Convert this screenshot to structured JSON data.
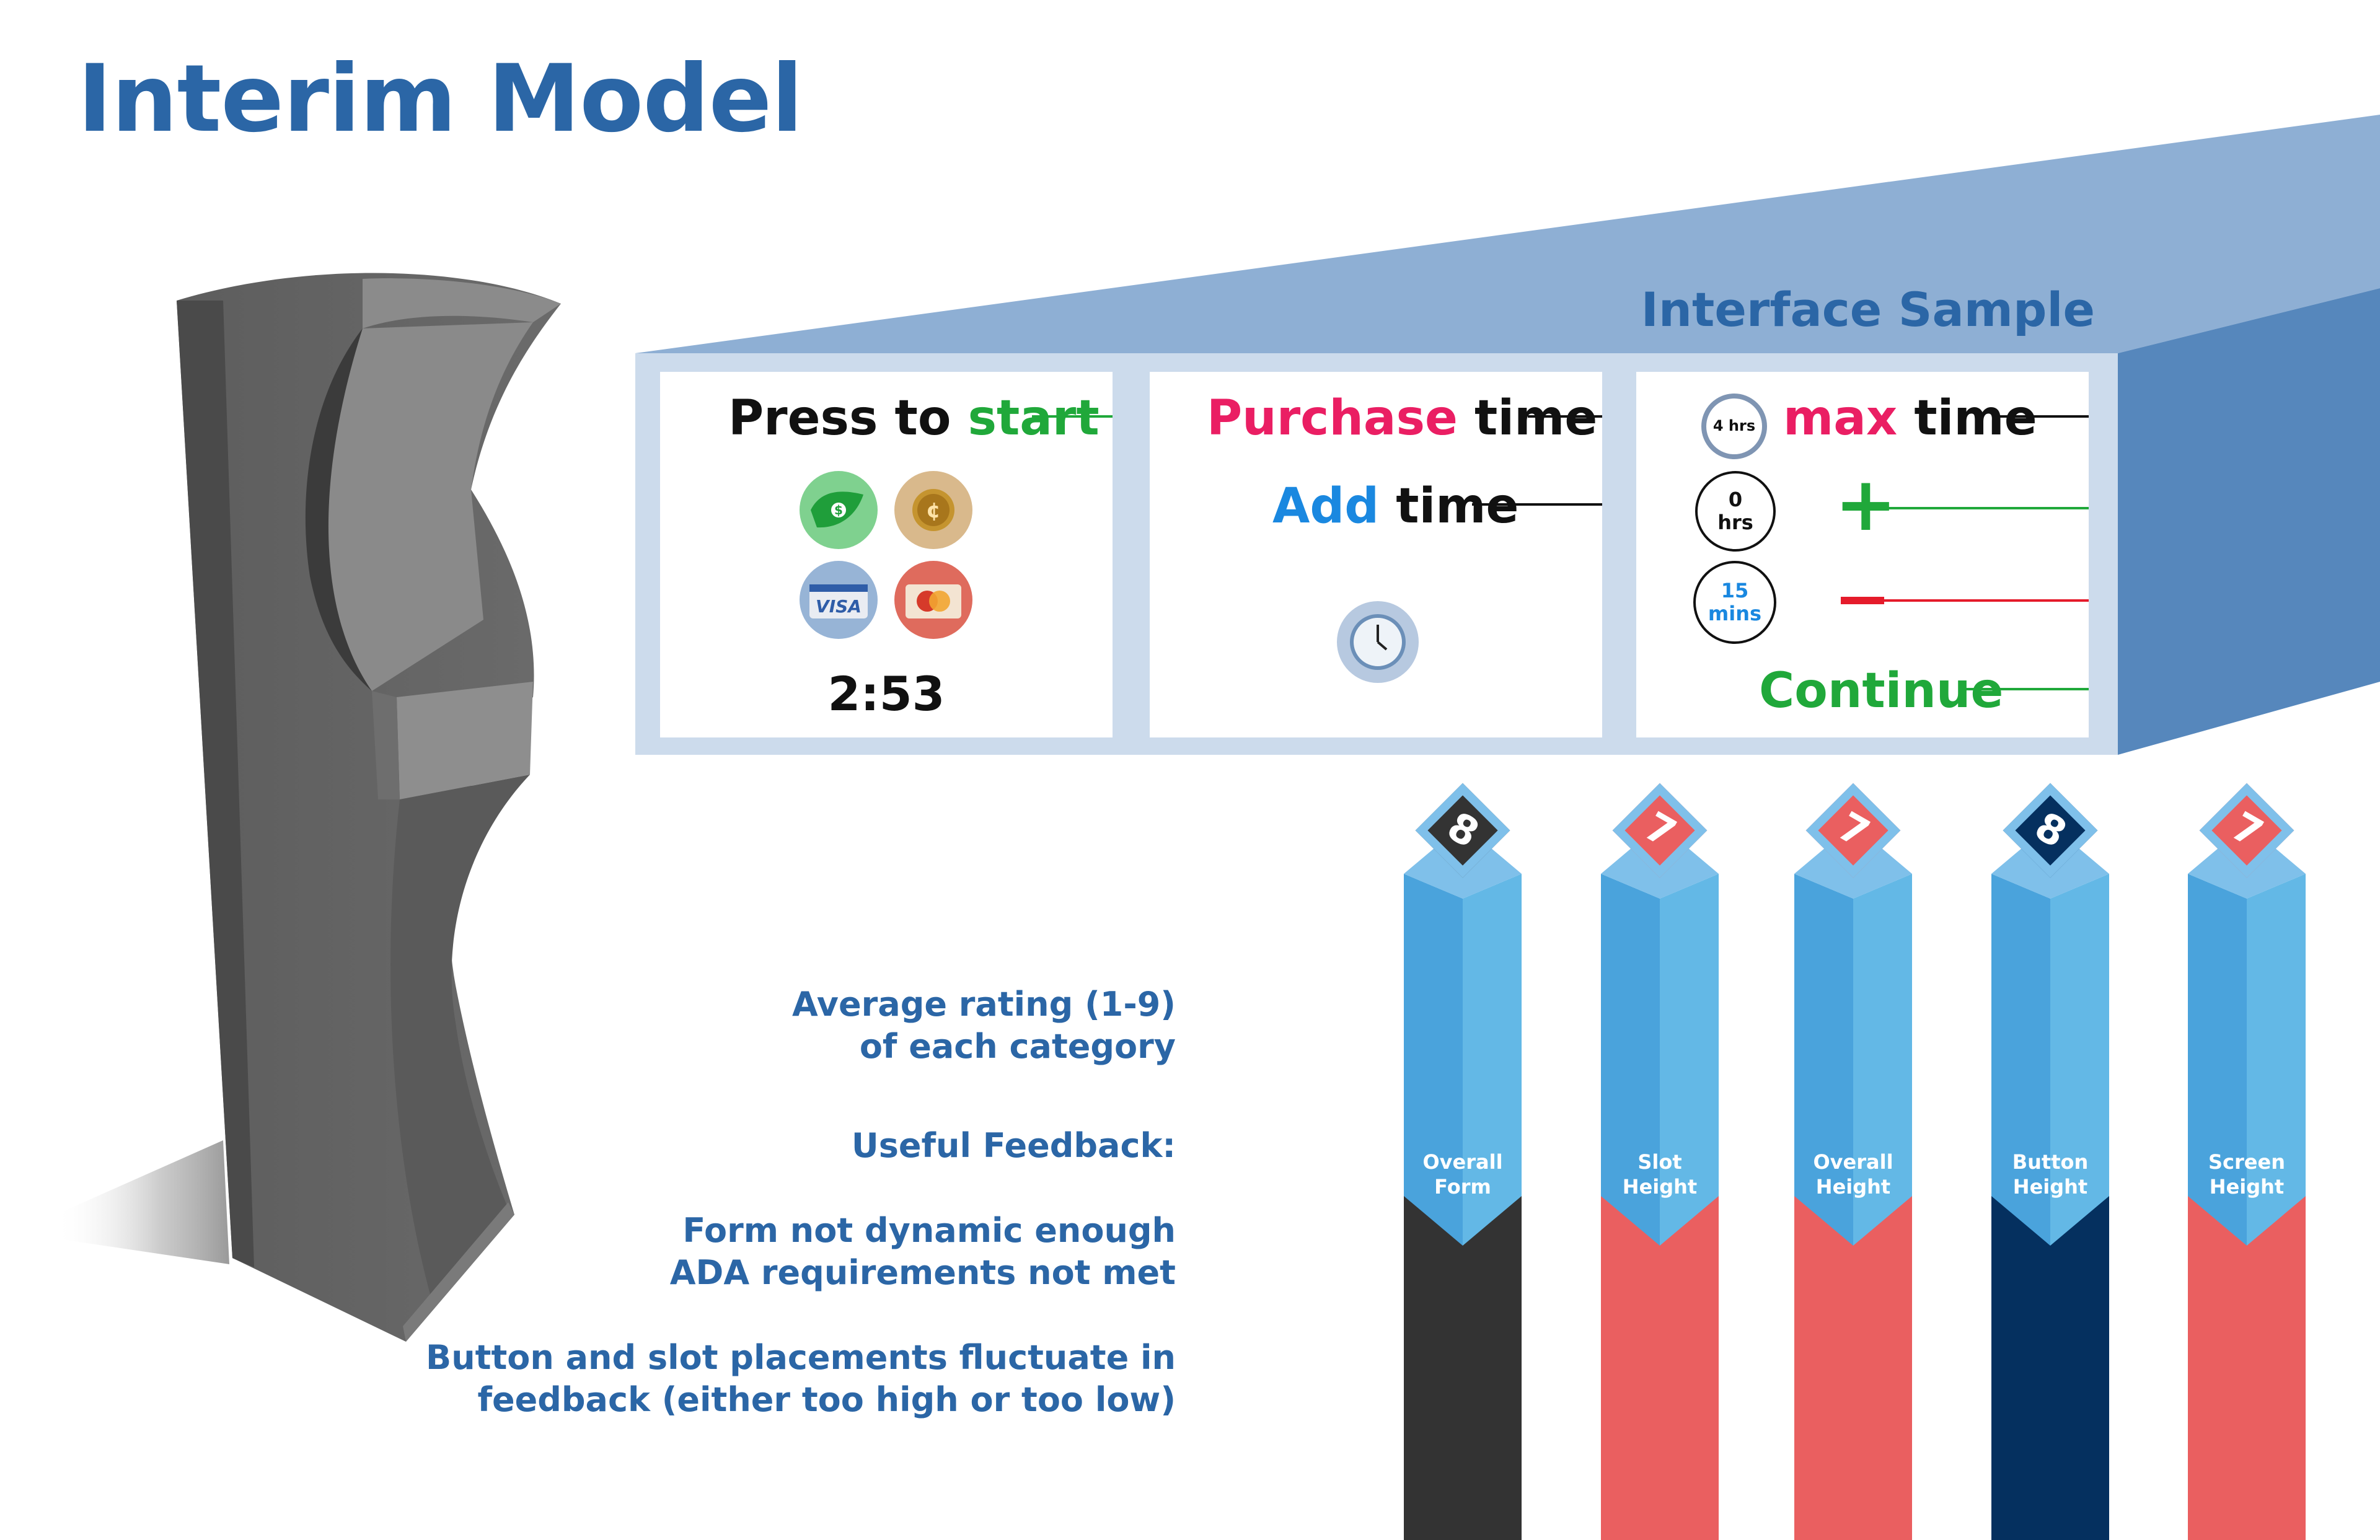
{
  "title": "Interim Model",
  "interface_sample": {
    "label": "Interface Sample",
    "panel1": {
      "press": "Press to ",
      "start": "start",
      "timer": "2:53"
    },
    "panel2": {
      "purchase": "Purchase",
      "time": " time",
      "add": "Add",
      "add_time": " time"
    },
    "panel3": {
      "max_badge": "4 hrs",
      "max": "max",
      "max_time": " time",
      "hours_value": "0",
      "hours_unit": "hrs",
      "mins_value": "15",
      "mins_unit": "mins",
      "plus": "+",
      "continue": "Continue"
    }
  },
  "legend": {
    "line1": "Average rating (1-9)",
    "line2": "of each category",
    "feedback_heading": "Useful Feedback:",
    "fb1": "Form not dynamic enough",
    "fb2": "ADA requirements not met",
    "fb3a": "Button and slot placements fluctuate in",
    "fb3b": "feedback (either too high or too low)"
  },
  "colors": {
    "title_blue": "#2b66a6",
    "green": "#20a83a",
    "pink": "#ea1e63",
    "add_blue": "#1a88e0",
    "column_blue": "#4aa3dc",
    "column_light": "#63b8e6",
    "dark": "#333333",
    "coral": "#ea5f60",
    "navy": "#05305f"
  },
  "icons": [
    "cash-icon",
    "coin-icon",
    "visa-card-icon",
    "mastercard-icon",
    "clock-icon"
  ],
  "chart_data": {
    "type": "bar",
    "categories": [
      "Overall Form",
      "Slot Height",
      "Overall Height",
      "Button Height",
      "Screen Height"
    ],
    "category_lines": [
      [
        "Overall",
        "Form"
      ],
      [
        "Slot",
        "Height"
      ],
      [
        "Overall",
        "Height"
      ],
      [
        "Button",
        "Height"
      ],
      [
        "Screen",
        "Height"
      ]
    ],
    "values": [
      8,
      7,
      7,
      8,
      7
    ],
    "value_labels": [
      "8",
      "7",
      "7",
      "8",
      "7"
    ],
    "ylim": [
      1,
      9
    ],
    "base_colors": [
      "#333333",
      "#ea5f60",
      "#ea5f60",
      "#05305f",
      "#ea5f60"
    ]
  }
}
